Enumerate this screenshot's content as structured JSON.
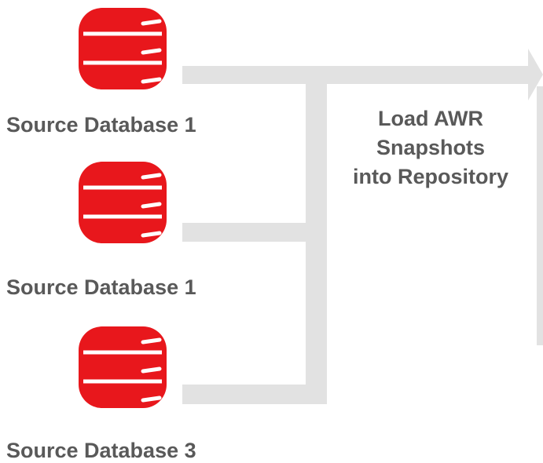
{
  "title": "Load AWR Snapshots into Repository",
  "caption_lines": [
    "Load AWR",
    "Snapshots",
    "into Repository"
  ],
  "sources": [
    {
      "label": "Source Database 1",
      "icon": "database-icon"
    },
    {
      "label": "Source Database 1",
      "icon": "database-icon"
    },
    {
      "label": "Source Database 3",
      "icon": "database-icon"
    }
  ],
  "colors": {
    "database": "#e8171c",
    "database_stripe": "#ffffff",
    "connector": "#e2e2e2",
    "text": "#595959"
  }
}
